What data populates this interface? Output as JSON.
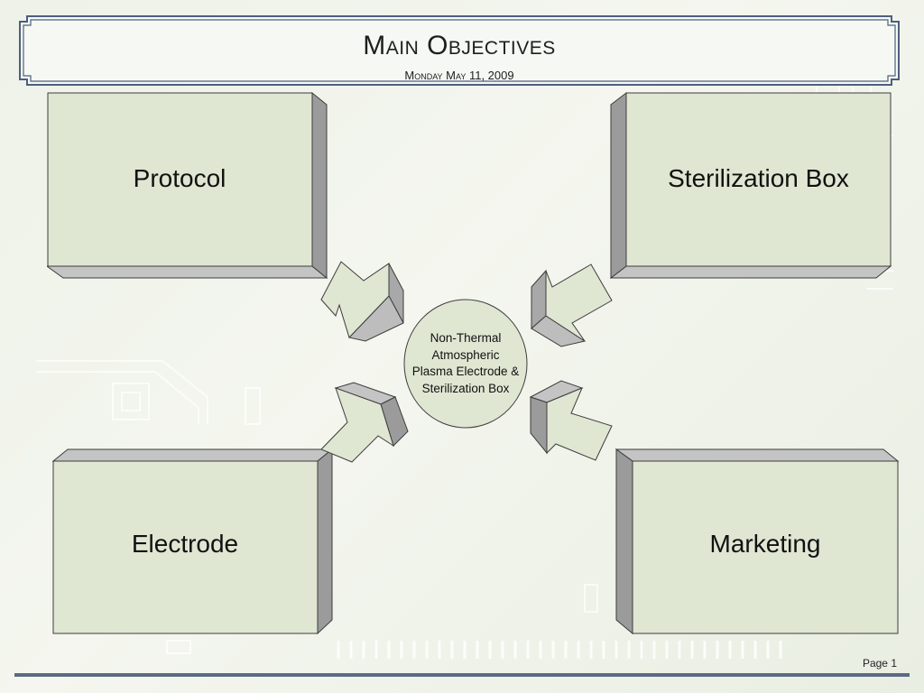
{
  "slide": {
    "title": "Main Objectives",
    "subtitle": "Monday May 11, 2009",
    "page_label": "Page 1"
  },
  "boxes": {
    "protocol": "Protocol",
    "sterilization_box": "Sterilization Box",
    "electrode": "Electrode",
    "marketing": "Marketing"
  },
  "center": {
    "line1": "Non-Thermal",
    "line2": "Atmospheric",
    "line3": "Plasma Electrode &",
    "line4": "Sterilization Box"
  },
  "colors": {
    "box_front": "#dfe6d2",
    "box_side": "#9b9b9b",
    "box_bottom": "#c2c2c2",
    "stroke": "#3d3d3d",
    "banner_stroke": "#4d5f7e",
    "footer_rule": "#5b6b84"
  }
}
